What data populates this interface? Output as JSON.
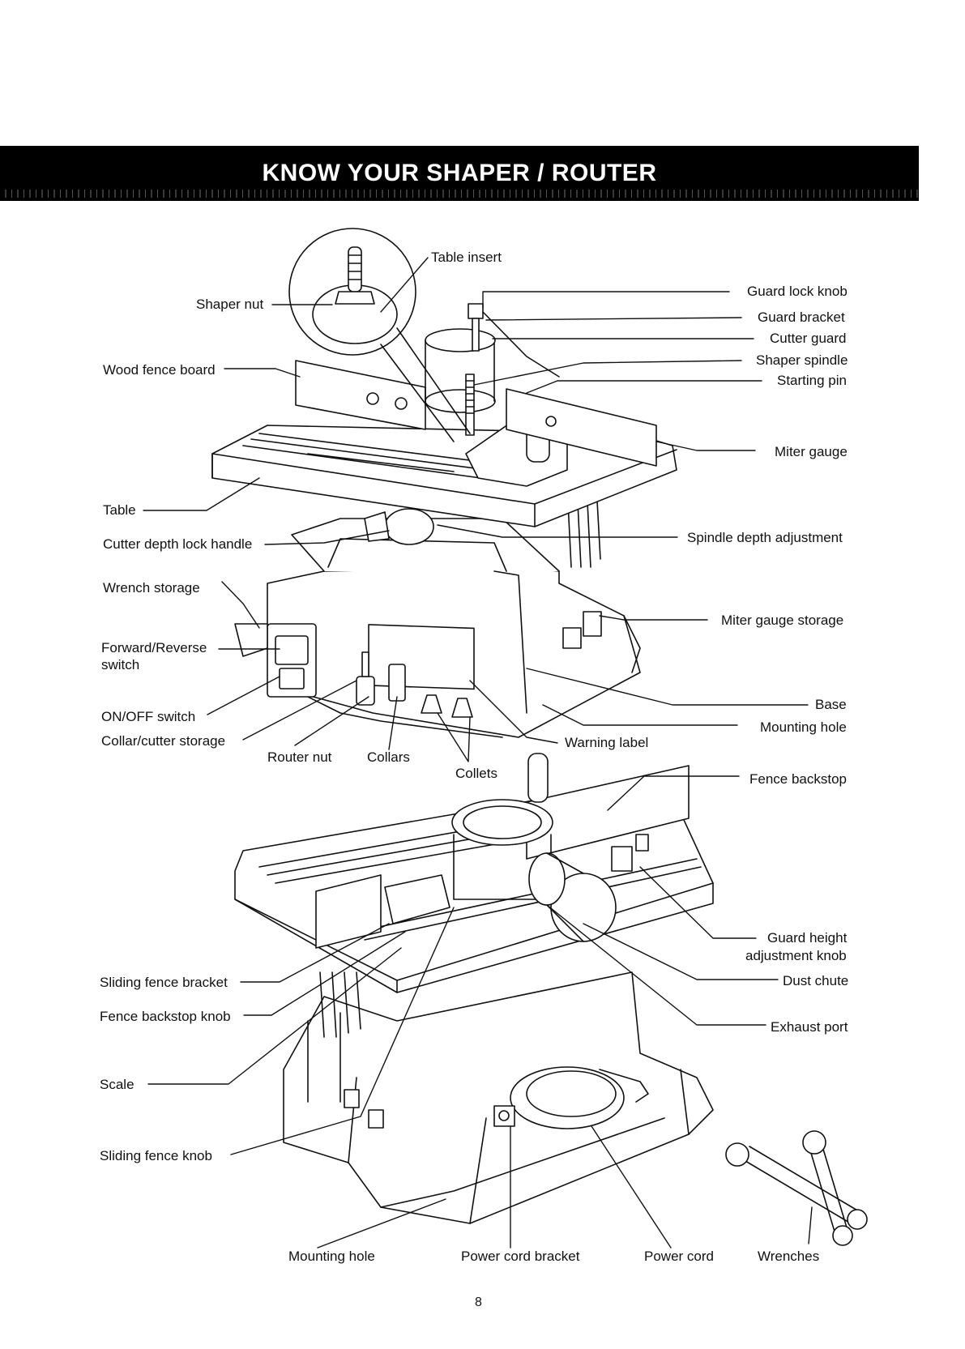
{
  "title": "KNOW YOUR SHAPER / ROUTER",
  "page_number": "8",
  "labels": {
    "table_insert": "Table insert",
    "shaper_nut": "Shaper nut",
    "guard_lock_knob": "Guard lock knob",
    "guard_bracket": "Guard bracket",
    "cutter_guard": "Cutter guard",
    "shaper_spindle": "Shaper spindle",
    "starting_pin": "Starting pin",
    "wood_fence_board": "Wood fence board",
    "miter_gauge": "Miter gauge",
    "table": "Table",
    "cutter_depth_lock_handle": "Cutter depth lock handle",
    "spindle_depth_adjustment": "Spindle depth adjustment",
    "wrench_storage": "Wrench storage",
    "miter_gauge_storage": "Miter gauge storage",
    "forward_reverse_line1": "Forward/Reverse",
    "forward_reverse_line2": "switch",
    "on_off_switch": "ON/OFF switch",
    "base": "Base",
    "mounting_hole_top": "Mounting hole",
    "collar_cutter_storage": "Collar/cutter storage",
    "router_nut": "Router nut",
    "collars": "Collars",
    "warning_label": "Warning label",
    "collets": "Collets",
    "fence_backstop": "Fence backstop",
    "guard_height_line1": "Guard height",
    "guard_height_line2": "adjustment knob",
    "sliding_fence_bracket": "Sliding fence bracket",
    "dust_chute": "Dust chute",
    "fence_backstop_knob": "Fence backstop knob",
    "exhaust_port": "Exhaust port",
    "scale": "Scale",
    "sliding_fence_knob": "Sliding fence knob",
    "mounting_hole_bottom": "Mounting hole",
    "power_cord_bracket": "Power cord bracket",
    "power_cord": "Power cord",
    "wrenches": "Wrenches"
  }
}
